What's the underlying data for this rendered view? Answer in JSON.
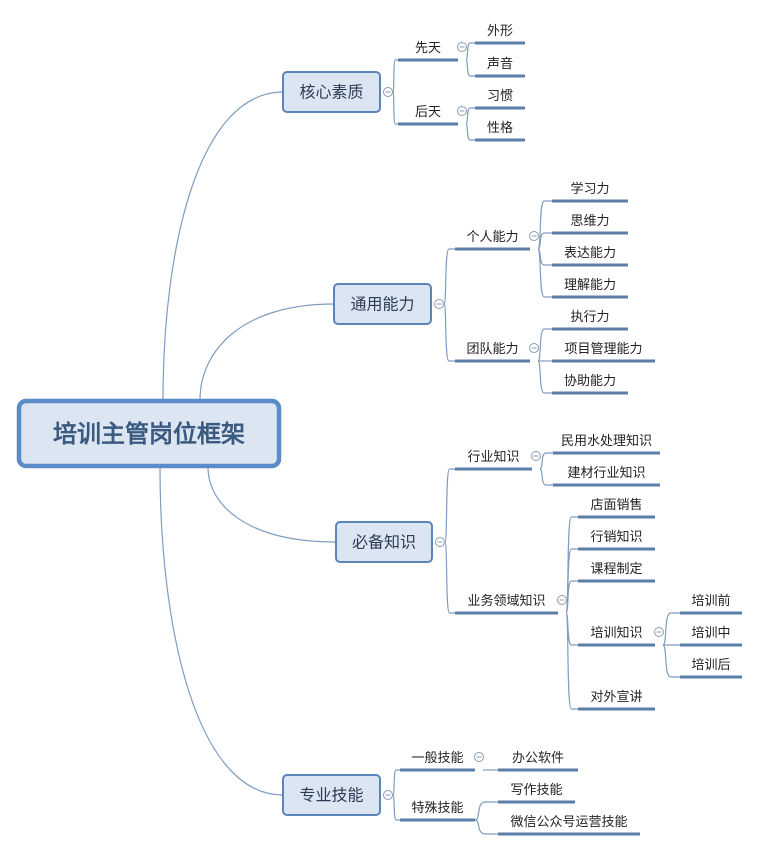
{
  "root": {
    "title": "培训主管岗位框架"
  },
  "colors": {
    "line": "#7f9cc0",
    "underline": "#5b7ea8",
    "box_fill": "#dce6f2",
    "box_stroke": "#5b84b8",
    "root_text": "#3b5a80"
  },
  "branches": [
    {
      "label": "核心素质",
      "children": [
        {
          "label": "先天",
          "children": [
            {
              "label": "外形"
            },
            {
              "label": "声音"
            }
          ]
        },
        {
          "label": "后天",
          "children": [
            {
              "label": "习惯"
            },
            {
              "label": "性格"
            }
          ]
        }
      ]
    },
    {
      "label": "通用能力",
      "children": [
        {
          "label": "个人能力",
          "children": [
            {
              "label": "学习力"
            },
            {
              "label": "思维力"
            },
            {
              "label": "表达能力"
            },
            {
              "label": "理解能力"
            }
          ]
        },
        {
          "label": "团队能力",
          "children": [
            {
              "label": "执行力"
            },
            {
              "label": "项目管理能力"
            },
            {
              "label": "协助能力"
            }
          ]
        }
      ]
    },
    {
      "label": "必备知识",
      "children": [
        {
          "label": "行业知识",
          "children": [
            {
              "label": "民用水处理知识"
            },
            {
              "label": "建材行业知识"
            }
          ]
        },
        {
          "label": "业务领域知识",
          "children": [
            {
              "label": "店面销售"
            },
            {
              "label": "行销知识"
            },
            {
              "label": "课程制定"
            },
            {
              "label": "培训知识",
              "children": [
                {
                  "label": "培训前"
                },
                {
                  "label": "培训中"
                },
                {
                  "label": "培训后"
                }
              ]
            },
            {
              "label": "对外宣讲"
            }
          ]
        }
      ]
    },
    {
      "label": "专业技能",
      "children": [
        {
          "label": "一般技能",
          "children": [
            {
              "label": "办公软件"
            }
          ]
        },
        {
          "label": "特殊技能",
          "children": [
            {
              "label": "写作技能"
            },
            {
              "label": "微信公众号运营技能"
            }
          ]
        }
      ]
    }
  ]
}
